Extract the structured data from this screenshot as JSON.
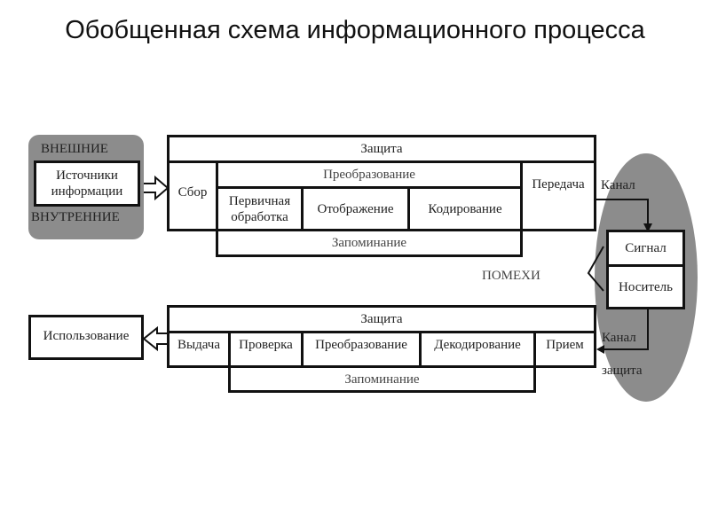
{
  "title": "Обобщенная схема информационного процесса",
  "sources": {
    "external_label": "ВНЕШНИЕ",
    "box_line1": "Источники",
    "box_line2": "информации",
    "internal_label": "ВНУТРЕННИЕ"
  },
  "top_block": {
    "protection": "Защита",
    "collection": "Сбор",
    "transformation": "Преобразование",
    "primary_line1": "Первичная",
    "primary_line2": "обработка",
    "display": "Отображение",
    "coding": "Кодирование",
    "transmission": "Передача",
    "storage": "Запоминание"
  },
  "channel": {
    "channel_top": "Канал",
    "signal": "Сигнал",
    "carrier": "Носитель",
    "noise": "ПОМЕХИ",
    "channel_bottom": "Канал",
    "protection": "защита"
  },
  "bottom_block": {
    "protection": "Защита",
    "output": "Выдача",
    "check": "Проверка",
    "transformation": "Преобразование",
    "decoding": "Декодирование",
    "reception": "Прием",
    "storage": "Запоминание"
  },
  "usage": "Использование"
}
